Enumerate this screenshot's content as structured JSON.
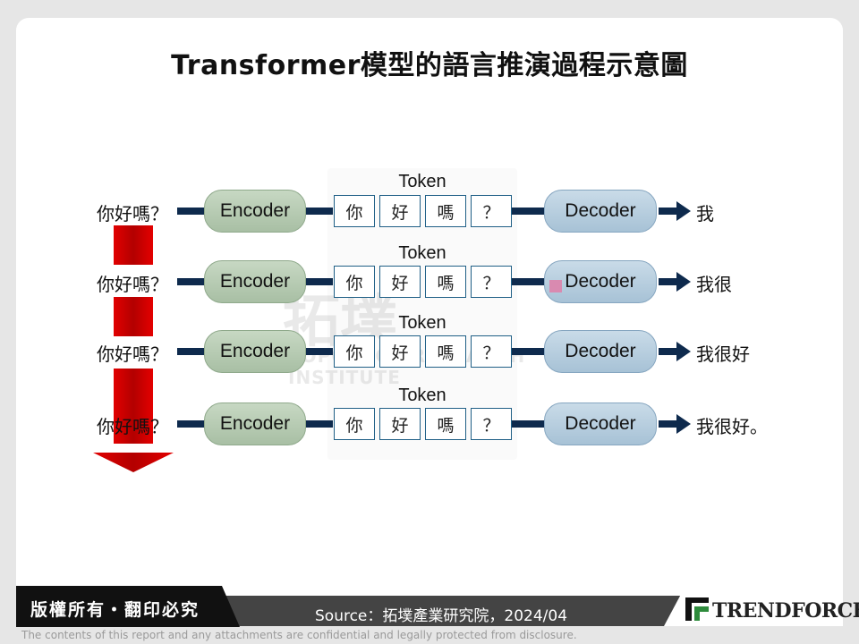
{
  "title": "Transformer模型的語言推演過程示意圖",
  "watermark": {
    "big": "拓墣",
    "small": "TOPOLOGY RESEARCH INSTITUTE"
  },
  "rows": [
    {
      "input": "你好嗎？",
      "encoder": "Encoder",
      "token_label": "Token",
      "tokens": [
        "你",
        "好",
        "嗎",
        "？"
      ],
      "decoder": "Decoder",
      "output": "我"
    },
    {
      "input": "你好嗎？",
      "encoder": "Encoder",
      "token_label": "Token",
      "tokens": [
        "你",
        "好",
        "嗎",
        "？"
      ],
      "decoder": "Decoder",
      "output": "我很"
    },
    {
      "input": "你好嗎？",
      "encoder": "Encoder",
      "token_label": "Token",
      "tokens": [
        "你",
        "好",
        "嗎",
        "？"
      ],
      "decoder": "Decoder",
      "output": "我很好"
    },
    {
      "input": "你好嗎？",
      "encoder": "Encoder",
      "token_label": "Token",
      "tokens": [
        "你",
        "好",
        "嗎",
        "？"
      ],
      "decoder": "Decoder",
      "output": "我很好。"
    }
  ],
  "footer": {
    "copyright": "版權所有・翻印必究",
    "source": "Source：拓墣產業研究院，2024/04",
    "logo": "TRENDFORCE",
    "disclaimer": "The contents of this report and any attachments are confidential and legally protected from disclosure."
  },
  "colors": {
    "connector": "#0e2a4d",
    "encoder": "#b7cbb3",
    "decoder": "#b5cde0",
    "token_border": "#1f5f86",
    "progress_arrow": "#cc0000",
    "logo_accent": "#2e8b3c"
  }
}
